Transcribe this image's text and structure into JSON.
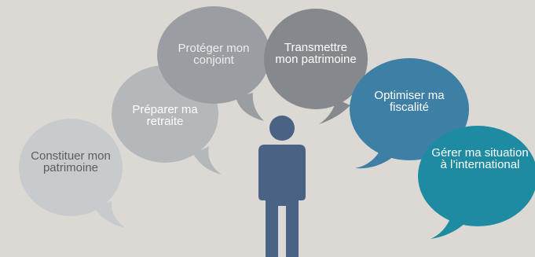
{
  "bubbles": [
    {
      "id": "b1",
      "label": "Constituer mon patrimoine",
      "fill": "#c8cbcd",
      "text": "#5a5e62"
    },
    {
      "id": "b2",
      "label": "Préparer ma retraite",
      "fill": "#b4b8bb",
      "text": "#ffffff"
    },
    {
      "id": "b3",
      "label": "Protéger mon conjoint",
      "fill": "#9a9ea2",
      "text": "#eceef0"
    },
    {
      "id": "b4",
      "label": "Transmettre mon patrimoine",
      "fill": "#85898d",
      "text": "#ffffff"
    },
    {
      "id": "b5",
      "label": "Optimiser ma fiscalité",
      "fill": "#3e7fa6",
      "text": "#ffffff"
    },
    {
      "id": "b6",
      "label": "Gérer ma situation à l’international",
      "fill": "#1e8ba2",
      "text": "#ffffff"
    }
  ],
  "person": {
    "icon": "person-icon",
    "color": "#4a6283"
  },
  "colors": {
    "background": "#dcd9d4"
  }
}
